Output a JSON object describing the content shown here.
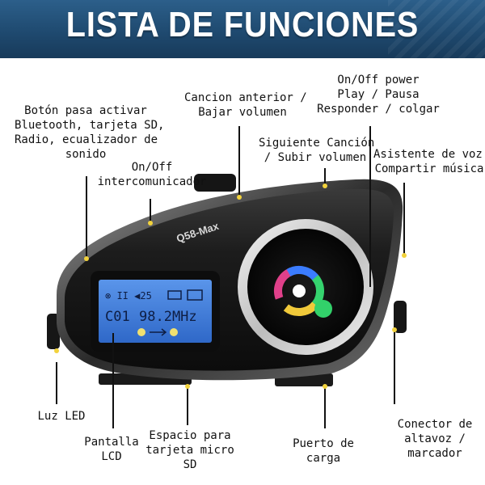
{
  "header": {
    "title": "LISTA DE FUNCIONES"
  },
  "device": {
    "model": "Q58-Max",
    "lcd": {
      "icons_line": "⊗ II ◀25",
      "channel": "C01",
      "frequency": "98.2MHz"
    }
  },
  "labels": {
    "boton_pasa": [
      "Botón pasa activar",
      "Bluetooth, tarjeta SD,",
      "Radio, ecualizador de",
      "sonido"
    ],
    "onoff_intercom": [
      "On/Off",
      "intercomunicador"
    ],
    "cancion_anterior": [
      "Cancion anterior /",
      "Bajar volumen"
    ],
    "onoff_power": [
      "On/Off power",
      "Play / Pausa",
      "Responder / colgar"
    ],
    "siguiente_cancion": [
      "Siguiente Canción",
      "/ Subir volumen"
    ],
    "asistente_voz": [
      "Asistente de voz /",
      "Compartir música"
    ],
    "luz_led": [
      "Luz LED"
    ],
    "pantalla_lcd": [
      "Pantalla",
      "LCD"
    ],
    "espacio_tarjeta": [
      "Espacio para",
      "tarjeta micro",
      "SD"
    ],
    "puerto_carga": [
      "Puerto de",
      "carga"
    ],
    "conector_altavoz": [
      "Conector de",
      "altavoz /",
      "marcador"
    ]
  },
  "colors": {
    "banner": "#1f4a70",
    "title_text": "#ffffff",
    "device_body": "#1a1a1a",
    "ring": "#d8d8d8",
    "lcd": "#3a78d8",
    "leader": "#111111"
  }
}
